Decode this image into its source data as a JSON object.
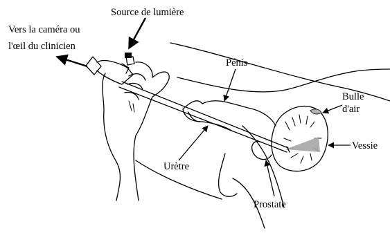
{
  "labels": {
    "light_source": "Source de lumière",
    "camera_line1": "Vers la caméra ou",
    "camera_line2": "l'œil du clinicien",
    "penis": "Pénis",
    "air_bubble_line1": "Bulle",
    "air_bubble_line2": "d'air",
    "bladder": "Vessie",
    "urethra": "Urètre",
    "prostate": "Prostate"
  },
  "colors": {
    "line": "#000000",
    "background": "#ffffff",
    "air_bubble": "#b3b3b3",
    "light_beam": "#a6a6a6"
  }
}
